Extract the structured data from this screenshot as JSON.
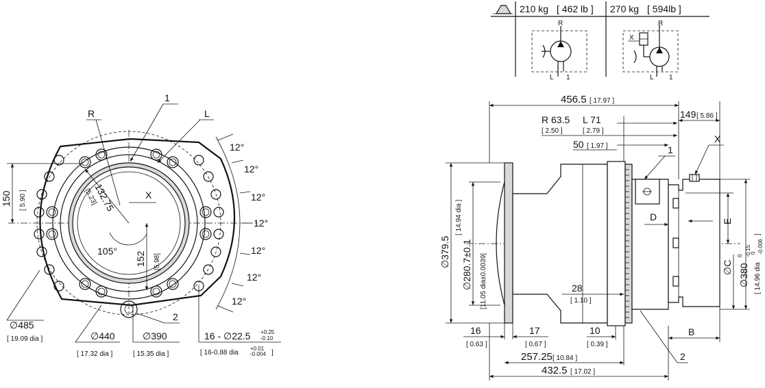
{
  "weights": {
    "w1": "210 kg",
    "w1_lb": "[ 462 lb ]",
    "w2": "270 kg",
    "w2_lb": "[ 594lb ]"
  },
  "hydraulic": {
    "R": "R",
    "L": "L",
    "one": "1",
    "X": "X"
  },
  "front_view": {
    "callout_1": "1",
    "callout_2": "2",
    "R": "R",
    "L": "L",
    "X": "X",
    "angle_12": "12°",
    "angle_105": "105°",
    "dim_150": "150",
    "dim_150_in": "[ 5.90 ]",
    "dim_132_75": "132.75",
    "dim_132_75_in": "[5.23]",
    "dim_152": "152",
    "dim_152_in": "[5.98]",
    "dia_485": "∅485",
    "dia_485_in": "[ 19.09 dia ]",
    "dia_440": "∅440",
    "dia_440_in": "[ 17.32 dia ]",
    "dia_390": "∅390",
    "dia_390_in": "[ 15.35 dia ]",
    "holes": "16 - ∅22.5",
    "holes_tol_up": "+0.25",
    "holes_tol_dn": "-0.10",
    "holes_in": "[ 16-0.88 dia",
    "holes_in_tol_up": "+0.01",
    "holes_in_tol_dn": "-0.004",
    "holes_in_end": "]"
  },
  "side_view": {
    "dim_456_5": "456.5",
    "dim_456_5_in": "[ 17.97 ]",
    "dim_149": "149",
    "dim_149_in": "[ 5.86 ]",
    "dim_R63_5": "R 63.5",
    "dim_R63_5_in": "[ 2.50 ]",
    "dim_L71": "L 71",
    "dim_L71_in": "[ 2.79 ]",
    "dim_50": "50",
    "dim_50_in": "[ 1.97 ]",
    "callout_1": "1",
    "callout_X": "X",
    "callout_2": "2",
    "label_D": "D",
    "label_E": "E",
    "label_B": "B",
    "dia_C": "∅C",
    "dim_379_5": "∅379.5",
    "dim_379_5_in": "[ 14.94 dia ]",
    "dim_280_7": "∅280.7±0.1",
    "dim_280_7_in": "[11.05 dia±0.0039]",
    "dim_380": "∅380",
    "dim_380_tol_up": "0",
    "dim_380_tol_dn": "-0.15",
    "dim_380_in": "[ 14.96 dia",
    "dim_380_in_tol_up": "0",
    "dim_380_in_tol_dn": "-0.006",
    "dim_380_in_end": "]",
    "dim_28": "28",
    "dim_28_in": "[ 1.10 ]",
    "dim_16": "16",
    "dim_16_in": "[ 0.63 ]",
    "dim_17": "17",
    "dim_17_in": "[ 0.67 ]",
    "dim_10": "10",
    "dim_10_in": "[ 0.39 ]",
    "dim_257_25": "257.25",
    "dim_257_25_in": "[ 10.84 ]",
    "dim_432_5": "432.5",
    "dim_432_5_in": "[ 17.02 ]"
  }
}
